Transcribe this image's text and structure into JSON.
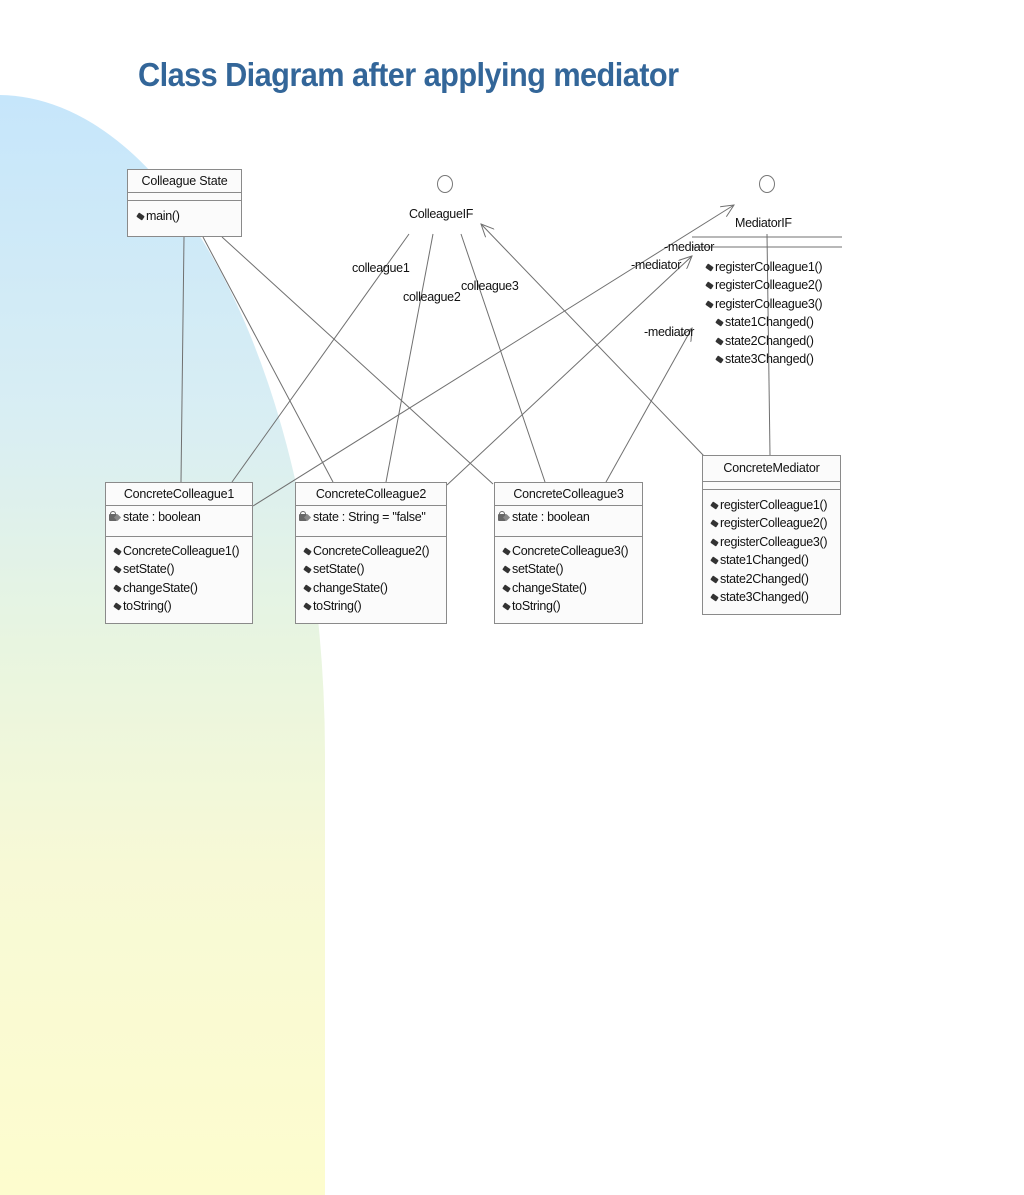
{
  "title": "Class Diagram after applying mediator",
  "colors": {
    "title": "#336699",
    "line": "#707070",
    "box_border": "#8a8a8a"
  },
  "interfaces": {
    "colleague_if": {
      "name": "ColleagueIF",
      "icon": "interface-circle-icon"
    },
    "mediator_if": {
      "name": "MediatorIF",
      "icon": "interface-circle-icon",
      "operations": [
        "registerColleague1()",
        "registerColleague2()",
        "registerColleague3()",
        "state1Changed()",
        "state2Changed()",
        "state3Changed()"
      ]
    }
  },
  "classes": {
    "colleague_state": {
      "name": "Colleague State",
      "attributes": [],
      "operations": [
        "main()"
      ]
    },
    "concrete_colleague1": {
      "name": "ConcreteColleague1",
      "attributes": [
        "state : boolean"
      ],
      "operations": [
        "ConcreteColleague1()",
        "setState()",
        "changeState()",
        "toString()"
      ]
    },
    "concrete_colleague2": {
      "name": "ConcreteColleague2",
      "attributes": [
        "state : String = \"false\""
      ],
      "operations": [
        "ConcreteColleague2()",
        "setState()",
        "changeState()",
        "toString()"
      ]
    },
    "concrete_colleague3": {
      "name": "ConcreteColleague3",
      "attributes": [
        "state : boolean"
      ],
      "operations": [
        "ConcreteColleague3()",
        "setState()",
        "changeState()",
        "toString()"
      ]
    },
    "concrete_mediator": {
      "name": "ConcreteMediator",
      "attributes": [],
      "operations": [
        "registerColleague1()",
        "registerColleague2()",
        "registerColleague3()",
        "state1Changed()",
        "state2Changed()",
        "state3Changed()"
      ]
    }
  },
  "role_labels": {
    "colleague1": "colleague1",
    "colleague2": "colleague2",
    "colleague3": "colleague3",
    "mediator_a": "-mediator",
    "mediator_b": "-mediator",
    "mediator_c": "-mediator"
  }
}
